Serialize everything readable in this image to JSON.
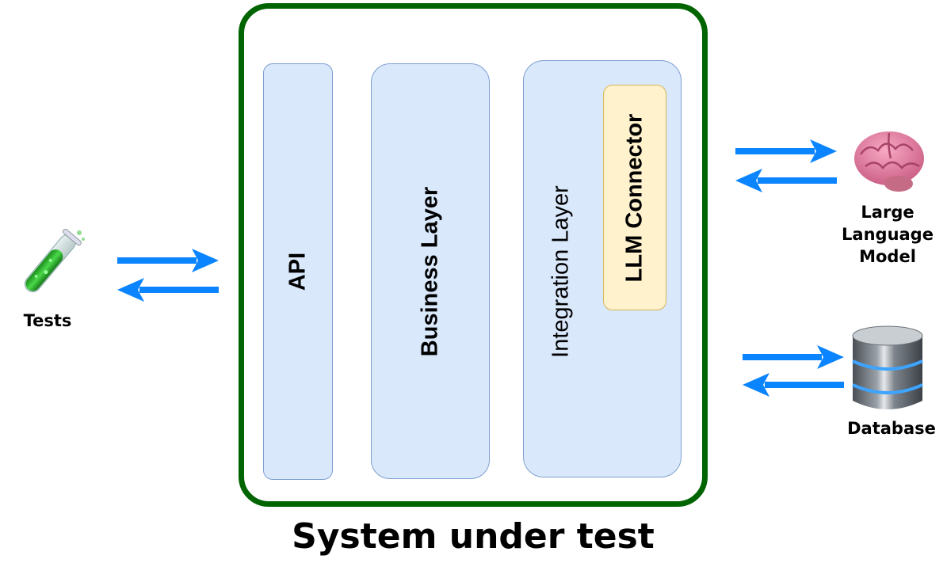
{
  "diagram": {
    "title": "System under test",
    "colors": {
      "frame": "#006400",
      "layer_fill": "#dae8fc",
      "layer_stroke": "#7e9fcf",
      "connector_fill": "#fff2cc",
      "connector_stroke": "#d6b656",
      "arrow": "#0a84ff"
    },
    "layers": [
      {
        "id": "api",
        "label": "API"
      },
      {
        "id": "business",
        "label": "Business Layer"
      },
      {
        "id": "integration",
        "label": "Integration Layer",
        "children": [
          {
            "id": "llm-connector",
            "label": "LLM Connector"
          }
        ]
      }
    ],
    "external": [
      {
        "id": "tests",
        "label": "Tests",
        "icon": "test-tube-icon",
        "side": "left"
      },
      {
        "id": "llm",
        "label_lines": [
          "Large",
          "Language",
          "Model"
        ],
        "icon": "brain-icon",
        "side": "right"
      },
      {
        "id": "database",
        "label": "Database",
        "icon": "database-icon",
        "side": "right"
      }
    ],
    "connections": [
      {
        "from": "tests",
        "to": "api",
        "bidirectional": true
      },
      {
        "from": "integration",
        "to": "llm",
        "bidirectional": true
      },
      {
        "from": "integration",
        "to": "database",
        "bidirectional": true
      }
    ]
  }
}
